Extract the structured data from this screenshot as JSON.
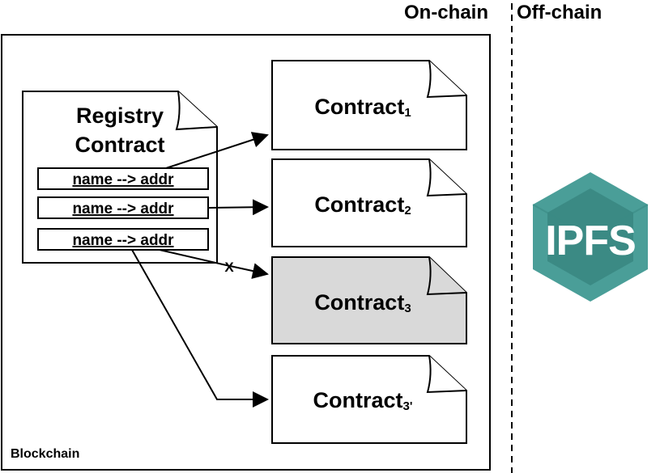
{
  "headers": {
    "on_chain": "On-chain",
    "off_chain": "Off-chain"
  },
  "blockchain_label": "Blockchain",
  "registry": {
    "title_line1": "Registry",
    "title_line2": "Contract",
    "entries": [
      "name --> addr",
      "name --> addr",
      "name --> addr"
    ]
  },
  "contracts": [
    {
      "name": "Contract",
      "sub": "1",
      "deprecated": false
    },
    {
      "name": "Contract",
      "sub": "2",
      "deprecated": false
    },
    {
      "name": "Contract",
      "sub": "3",
      "deprecated": true
    },
    {
      "name": "Contract",
      "sub": "3'",
      "deprecated": false
    }
  ],
  "broken_link_mark": "X",
  "ipfs": {
    "label": "IPFS",
    "colors": {
      "light": "#4a9e98",
      "dark": "#2f7a74",
      "text": "#ffffff"
    }
  },
  "colors": {
    "stroke": "#000000",
    "deprecated_fill": "#d9d9d9",
    "normal_fill": "#ffffff"
  }
}
